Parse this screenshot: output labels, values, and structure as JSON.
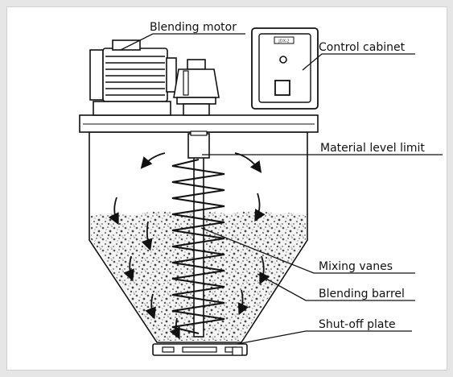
{
  "labels": {
    "blending_motor": "Blending motor",
    "control_cabinet": "Control cabinet",
    "material_level_limit": "Material level limit",
    "mixing_vanes": "Mixing vanes",
    "blending_barrel": "Blending barrel",
    "shut_off_plate": "Shut-off plate"
  },
  "cabinet": {
    "panel_text": "JDX-2"
  },
  "colors": {
    "line": "#111111",
    "background": "#e6e6e6",
    "frame": "#ffffff"
  }
}
